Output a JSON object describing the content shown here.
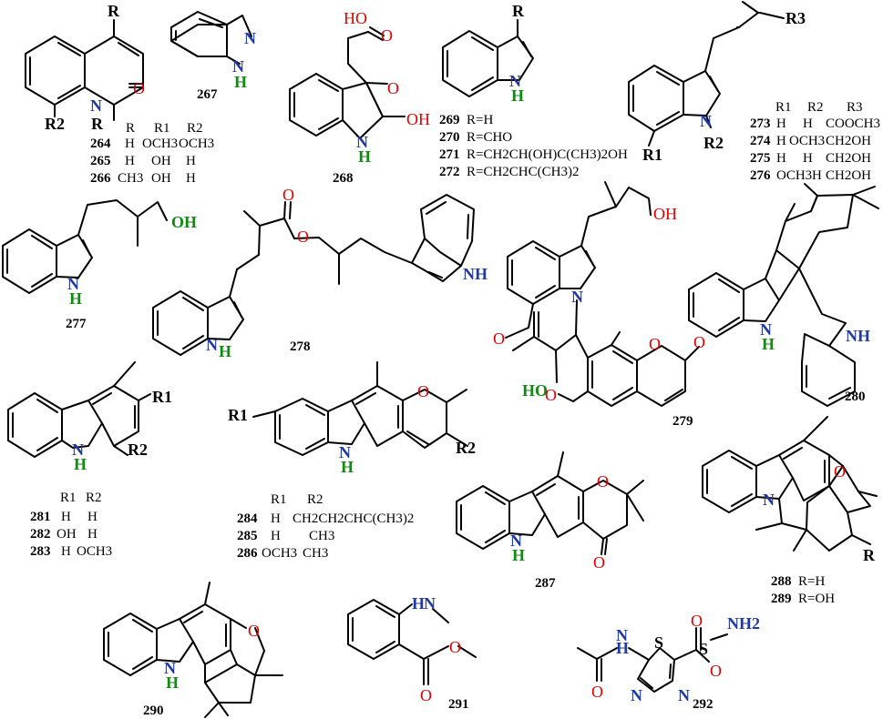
{
  "compounds": {
    "c264": {
      "numbers": [
        "264",
        "265",
        "266"
      ],
      "header": [
        "R",
        "R1",
        "R2"
      ],
      "rows": [
        [
          "H",
          "OCH3",
          "OCH3"
        ],
        [
          "H",
          "OH",
          "H"
        ],
        [
          "CH3",
          "OH",
          "H"
        ]
      ]
    },
    "c267": {
      "number": "267"
    },
    "c268": {
      "number": "268"
    },
    "c269": {
      "rows": [
        [
          "269",
          "R=H"
        ],
        [
          "270",
          "R=CHO"
        ],
        [
          "271",
          "R=CH2CH(OH)C(CH3)2OH"
        ],
        [
          "272",
          "R=CH2CHC(CH3)2"
        ]
      ]
    },
    "c273": {
      "header": [
        "R1",
        "R2",
        "R3"
      ],
      "rows": [
        [
          "273",
          "H",
          "H",
          "COOCH3"
        ],
        [
          "274",
          "H",
          "OCH3",
          "CH2OH"
        ],
        [
          "275",
          "H",
          "H",
          "CH2OH"
        ],
        [
          "276",
          "OCH3",
          "H",
          "CH2OH"
        ]
      ]
    },
    "c277": {
      "number": "277"
    },
    "c278": {
      "number": "278"
    },
    "c279": {
      "number": "279"
    },
    "c280": {
      "number": "280"
    },
    "c281": {
      "header": [
        "R1",
        "R2"
      ],
      "rows": [
        [
          "281",
          "H",
          "H"
        ],
        [
          "282",
          "OH",
          "H"
        ],
        [
          "283",
          "H",
          "OCH3"
        ]
      ]
    },
    "c284": {
      "header": [
        "R1",
        "R2"
      ],
      "rows": [
        [
          "284",
          "H",
          "CH2CH2CHC(CH3)2"
        ],
        [
          "285",
          "H",
          "CH3"
        ],
        [
          "286",
          "OCH3",
          "CH3"
        ]
      ]
    },
    "c287": {
      "number": "287"
    },
    "c288": {
      "rows": [
        [
          "288",
          "R=H"
        ],
        [
          "289",
          "R=OH"
        ]
      ]
    },
    "c290": {
      "number": "290"
    },
    "c291": {
      "number": "291"
    },
    "c292": {
      "number": "292"
    }
  },
  "atoms": {
    "N": "N",
    "O": "O",
    "H": "H",
    "S": "S",
    "OH": "OH",
    "HO": "HO",
    "NH": "NH",
    "NH2": "NH2",
    "R": "R",
    "R1": "R1",
    "R2": "R2",
    "R3": "R3"
  },
  "colors": {
    "nitrogen": "#1f3aa0",
    "oxygen": "#e00000",
    "hydrogen": "#118a11",
    "bond": "#000000"
  }
}
